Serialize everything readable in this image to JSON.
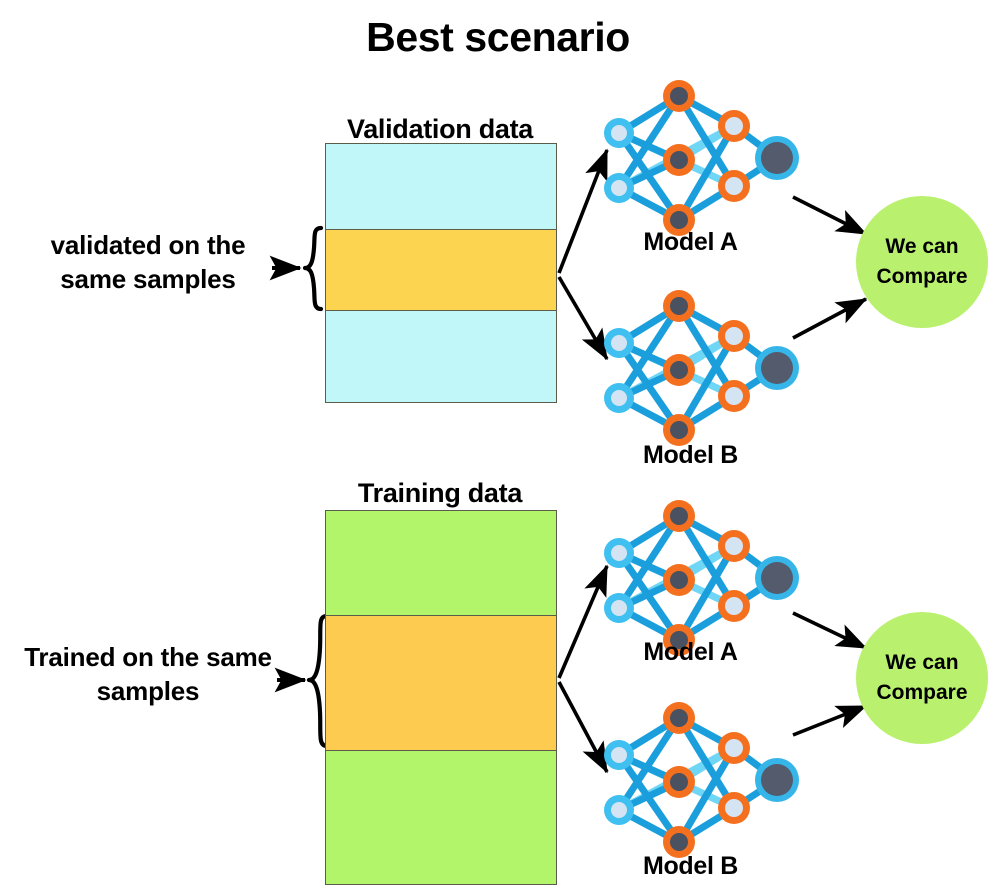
{
  "page": {
    "title": "Best scenario",
    "background_color": "#ffffff"
  },
  "colors": {
    "validation_fill": "#C2F7F9",
    "validation_highlight": "#FCD44F",
    "training_fill": "#B2F56B",
    "training_highlight": "#FCCB4F",
    "block_border": "#5c5c4a",
    "compare_circle": "#B9F06E",
    "node_input_ring": "#3FC0F0",
    "node_input_center": "#D5E4F2",
    "node_hidden_ring": "#F4701F",
    "node_hidden_center_dark": "#4A5160",
    "node_hidden_center_light": "#D5E4F2",
    "node_output_ring": "#35B5E8",
    "node_output_center": "#545B6C",
    "edge_dark": "#1B9FDC",
    "edge_light": "#6FD6F5",
    "arrow": "#000000"
  },
  "top_section": {
    "data_block": {
      "label": "Validation data",
      "bands": [
        {
          "name": "unused-upper",
          "fill": "#C2F7F9"
        },
        {
          "name": "selected-samples",
          "fill": "#FCD44F"
        },
        {
          "name": "unused-lower",
          "fill": "#C2F7F9"
        }
      ]
    },
    "side_note": "validated on the same samples",
    "models": [
      {
        "caption": "Model A"
      },
      {
        "caption": "Model B"
      }
    ],
    "compare": {
      "line1": "We can",
      "line2": "Compare"
    }
  },
  "bottom_section": {
    "data_block": {
      "label": "Training data",
      "bands": [
        {
          "name": "unused-upper",
          "fill": "#B2F56B"
        },
        {
          "name": "selected-samples",
          "fill": "#FCCB4F"
        },
        {
          "name": "unused-lower",
          "fill": "#B2F56B"
        }
      ]
    },
    "side_note": "Trained on the same samples",
    "models": [
      {
        "caption": "Model A"
      },
      {
        "caption": "Model B"
      }
    ],
    "compare": {
      "line1": "We can",
      "line2": "Compare"
    }
  },
  "network": {
    "layers": [
      {
        "name": "input",
        "node_count": 2
      },
      {
        "name": "hidden-1",
        "node_count": 3
      },
      {
        "name": "hidden-2",
        "node_count": 2
      },
      {
        "name": "output",
        "node_count": 1
      }
    ]
  },
  "icons": {
    "brace": "curly-brace-icon",
    "arrow": "arrow-icon",
    "network": "neural-network-icon"
  }
}
